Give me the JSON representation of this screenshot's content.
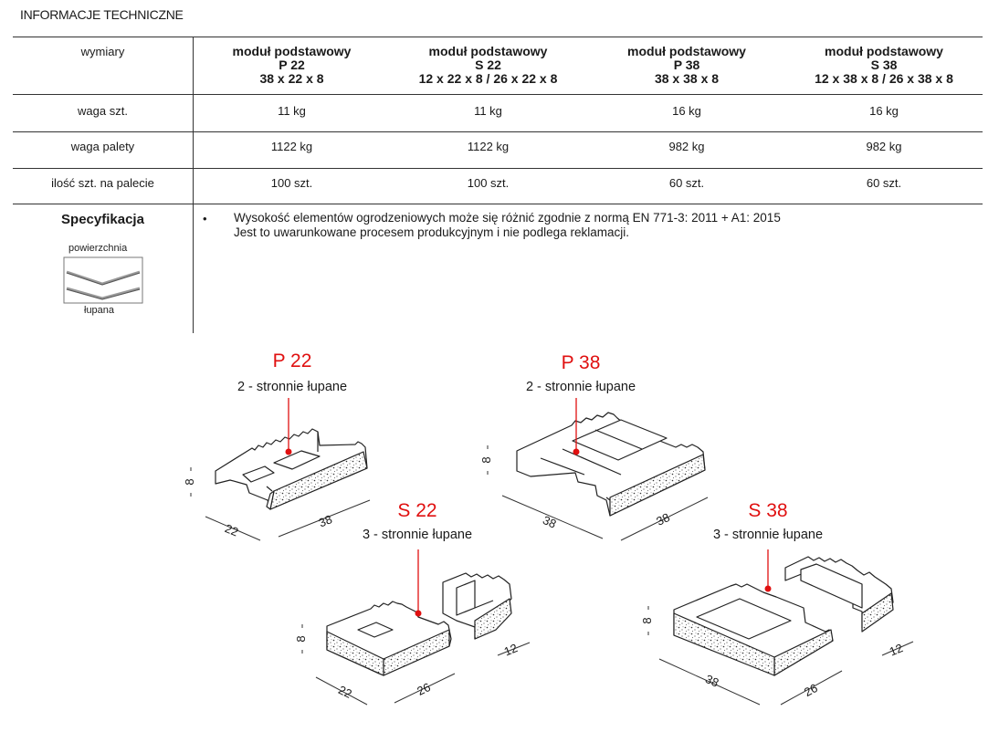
{
  "section_title": "INFORMACJE TECHNICZNE",
  "table": {
    "corner_label": "wymiary",
    "columns": [
      {
        "line1": "moduł podstawowy",
        "line2": "P 22",
        "line3": "38 x 22 x 8"
      },
      {
        "line1": "moduł podstawowy",
        "line2": "S 22",
        "line3": "12 x 22 x 8 / 26 x 22 x 8"
      },
      {
        "line1": "moduł podstawowy",
        "line2": "P 38",
        "line3": "38 x 38 x 8"
      },
      {
        "line1": "moduł podstawowy",
        "line2": "S 38",
        "line3": "12 x 38 x 8 / 26 x 38 x 8"
      }
    ],
    "rows": [
      {
        "label": "waga szt.",
        "values": [
          "11 kg",
          "11 kg",
          "16 kg",
          "16 kg"
        ]
      },
      {
        "label": "waga palety",
        "values": [
          "1122 kg",
          "1122 kg",
          "982 kg",
          "982 kg"
        ]
      },
      {
        "label": "ilość szt. na palecie",
        "values": [
          "100 szt.",
          "100 szt.",
          "60 szt.",
          "60 szt."
        ]
      }
    ]
  },
  "spec": {
    "title": "Specyfikacja",
    "surface_top": "powierzchnia",
    "surface_bottom": "łupana",
    "bullet": "•",
    "line1": "Wysokość elementów ogrodzeniowych może się różnić zgodnie z normą EN 771-3: 2011 + A1: 2015",
    "line2": "Jest to uwarunkowane procesem produkcyjnym i nie podlega reklamacji."
  },
  "diagrams": {
    "p22": {
      "name": "P 22",
      "sub": "2 - stronnie łupane",
      "dim_h": "8",
      "dim_a": "22",
      "dim_b": "38"
    },
    "p38": {
      "name": "P 38",
      "sub": "2 - stronnie łupane",
      "dim_h": "8",
      "dim_a": "38",
      "dim_b": "38"
    },
    "s22": {
      "name": "S 22",
      "sub": "3 - stronnie łupane",
      "dim_h": "8",
      "dim_a": "22",
      "dim_b": "26",
      "dim_c": "12"
    },
    "s38": {
      "name": "S 38",
      "sub": "3 - stronnie łupane",
      "dim_h": "8",
      "dim_a": "38",
      "dim_b": "26",
      "dim_c": "12"
    }
  },
  "colors": {
    "accent": "#e01010",
    "line": "#333333"
  }
}
